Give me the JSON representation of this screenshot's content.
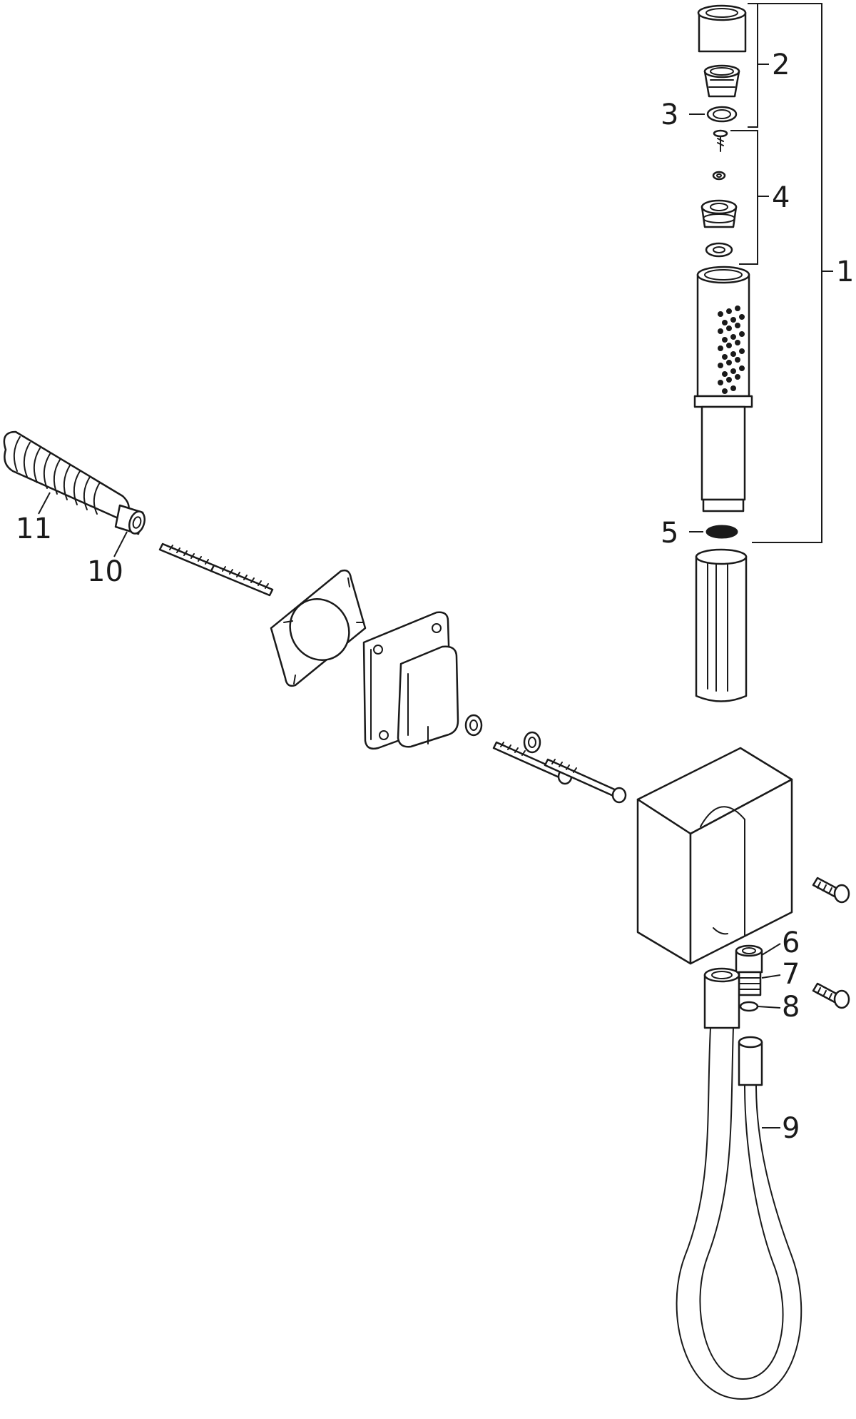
{
  "colors": {
    "line": "#1a1a1a",
    "background": "#ffffff"
  },
  "callouts": [
    {
      "id": "1",
      "label": "1"
    },
    {
      "id": "2",
      "label": "2"
    },
    {
      "id": "3",
      "label": "3"
    },
    {
      "id": "4",
      "label": "4"
    },
    {
      "id": "5",
      "label": "5"
    },
    {
      "id": "6",
      "label": "6"
    },
    {
      "id": "7",
      "label": "7"
    },
    {
      "id": "8",
      "label": "8"
    },
    {
      "id": "9",
      "label": "9"
    },
    {
      "id": "10",
      "label": "10"
    },
    {
      "id": "11",
      "label": "11"
    }
  ]
}
